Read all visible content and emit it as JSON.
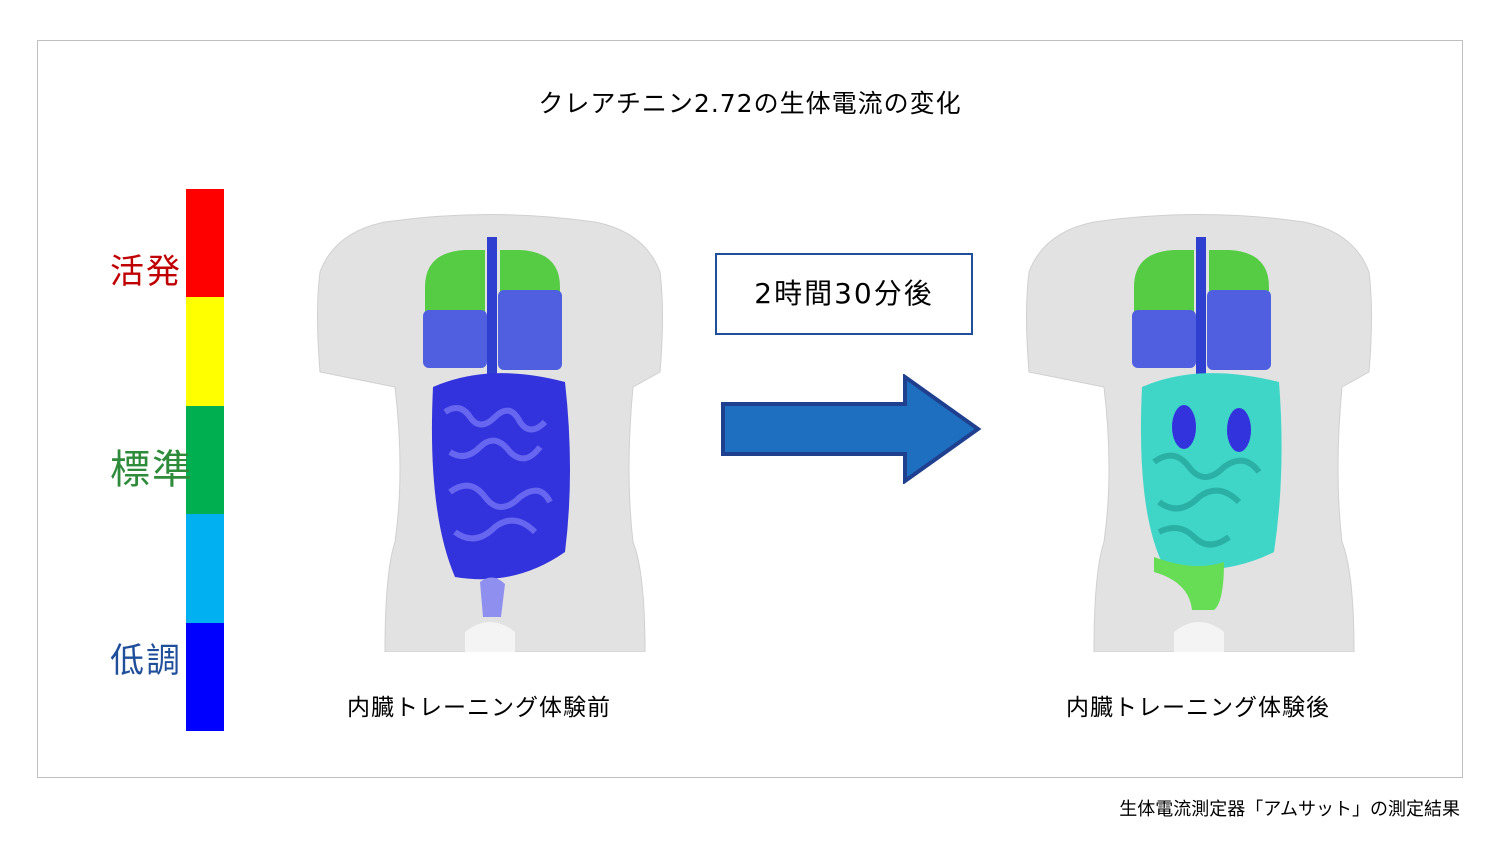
{
  "title": "クレアチニン2.72の生体電流の変化",
  "scale": {
    "colors": [
      "#ff0000",
      "#ffff00",
      "#00b050",
      "#00b0f0",
      "#0000ff"
    ],
    "labels": {
      "high": "活発",
      "normal": "標準",
      "low": "低調"
    }
  },
  "time_box": "2時間30分後",
  "captions": {
    "before": "内臓トレーニング体験前",
    "after": "内臓トレーニング体験後"
  },
  "footnote": "生体電流測定器「アムサット」の測定結果",
  "organ_colors": {
    "before": {
      "lung_top": "#55cc44",
      "lung_bottom": "#4f5fe0",
      "gut": "#3333dd",
      "lower": "#8f8ff0"
    },
    "after": {
      "lung_top": "#55cc44",
      "lung_bottom": "#4f5fe0",
      "gut": "#3fd6c8",
      "kidney": "#3333dd",
      "lower": "#66dd55"
    }
  }
}
